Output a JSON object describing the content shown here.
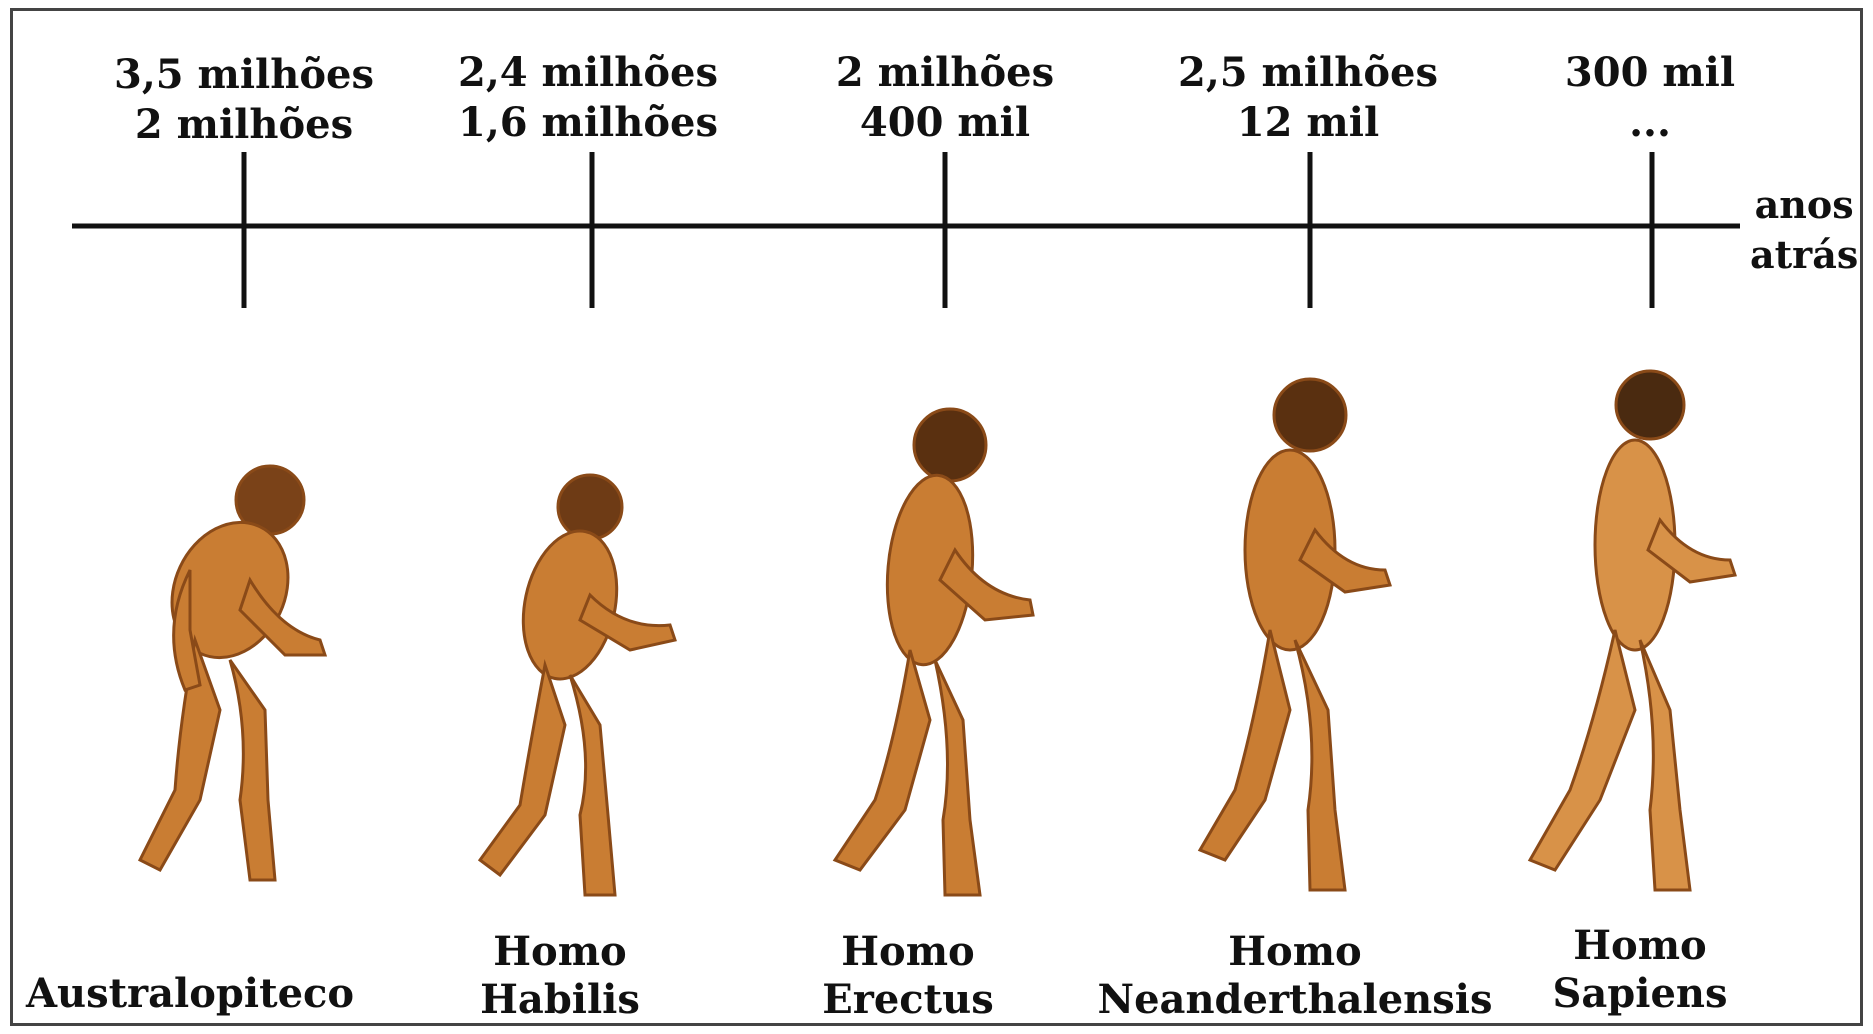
{
  "timeline": {
    "axis_label_line1": "anos",
    "axis_label_line2": "atrás",
    "entries": [
      {
        "start": "3,5 milhões",
        "end": "2 milhões",
        "name_line1": "",
        "name_line2": "Australopiteco"
      },
      {
        "start": "2,4 milhões",
        "end": "1,6 milhões",
        "name_line1": "Homo",
        "name_line2": "Habilis"
      },
      {
        "start": "2 milhões",
        "end": "400 mil",
        "name_line1": "Homo",
        "name_line2": "Erectus"
      },
      {
        "start": "2,5 milhões",
        "end": "12 mil",
        "name_line1": "Homo",
        "name_line2": "Neanderthalensis"
      },
      {
        "start": "300 mil",
        "end": "...",
        "name_line1": "Homo",
        "name_line2": "Sapiens"
      }
    ]
  },
  "colors": {
    "skin": "#c97d33",
    "skin_dark": "#8a4a18",
    "hair": "#3a2310",
    "line": "#111111"
  }
}
